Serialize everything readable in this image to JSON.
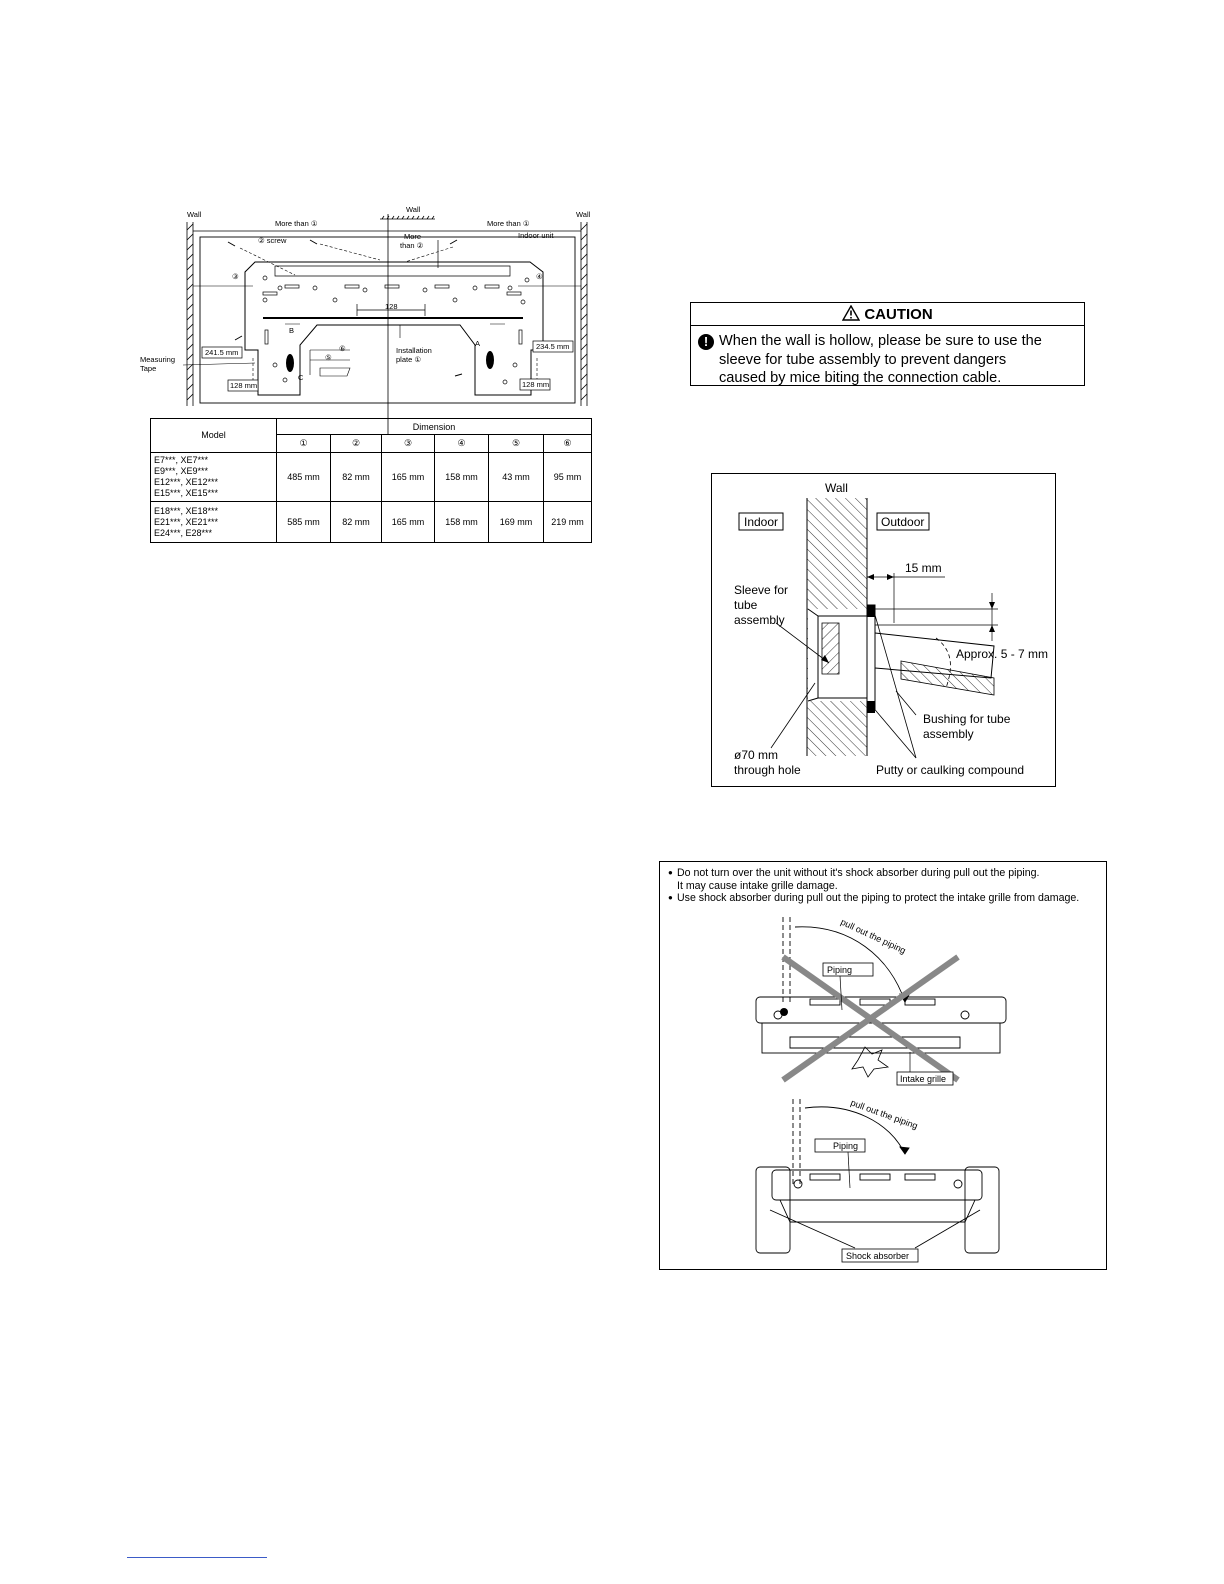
{
  "plate_diagram": {
    "wall_left": "Wall",
    "wall_top": "Wall",
    "wall_right": "Wall",
    "more_than_left": "More than ①",
    "more_than_right": "More than ①",
    "screw": "② screw",
    "more_than_mid_line1": "More",
    "more_than_mid_line2": "than ②",
    "indoor_unit": "Indoor unit",
    "dim3": "③",
    "dim4": "④",
    "dim5": "⑤",
    "dim6": "⑥",
    "dim_128_center": "128",
    "measuring_tape_line1": "Measuring",
    "measuring_tape_line2": "Tape",
    "left_241": "241.5 mm",
    "right_234": "234.5 mm",
    "left_128": "128 mm",
    "right_128": "128 mm",
    "installation_plate_line1": "Installation",
    "installation_plate_line2": "plate ①",
    "marker_a": "A",
    "marker_b": "B",
    "marker_c": "C"
  },
  "dimension_table": {
    "model_header": "Model",
    "dimension_header": "Dimension",
    "columns": [
      "①",
      "②",
      "③",
      "④",
      "⑤",
      "⑥"
    ],
    "rows": [
      {
        "models": [
          "E7***, XE7***",
          "E9***, XE9***",
          "E12***, XE12***",
          "E15***, XE15***"
        ],
        "values": [
          "485 mm",
          "82 mm",
          "165 mm",
          "158 mm",
          "43 mm",
          "95 mm"
        ]
      },
      {
        "models": [
          "E18***, XE18***",
          "E21***, XE21***",
          "E24***, E28***"
        ],
        "values": [
          "585 mm",
          "82 mm",
          "165 mm",
          "158 mm",
          "169 mm",
          "219 mm"
        ]
      }
    ]
  },
  "caution": {
    "title": "CAUTION",
    "text": "When the wall is hollow, please be sure to use the sleeve for tube assembly to prevent dangers caused by mice biting the connection cable.",
    "line1": "When the wall is hollow, please be sure to use the",
    "line2": "sleeve for tube assembly to prevent dangers",
    "line3": "caused by mice biting the connection cable."
  },
  "sleeve_diagram": {
    "wall": "Wall",
    "indoor": "Indoor",
    "outdoor": "Outdoor",
    "dim_15": "15 mm",
    "sleeve_line1": "Sleeve for",
    "sleeve_line2": "tube",
    "sleeve_line3": "assembly",
    "approx": "Approx. 5 - 7 mm",
    "bushing_line1": "Bushing for tube",
    "bushing_line2": "assembly",
    "hole_line1": "ø70 mm",
    "hole_line2": "through hole",
    "putty": "Putty or caulking compound"
  },
  "shock_absorber": {
    "note1_line1": "Do not turn over the unit without it's shock absorber during pull out the piping.",
    "note1_line2": "It may cause intake grille damage.",
    "note2": "Use shock absorber during pull out the piping to protect the intake grille from damage.",
    "pull_out_top": "pull out the piping",
    "piping_top": "Piping",
    "intake_grille": "Intake grille",
    "pull_out_bottom": "pull out the piping",
    "piping_bottom": "Piping",
    "shock_absorber_label": "Shock absorber"
  }
}
